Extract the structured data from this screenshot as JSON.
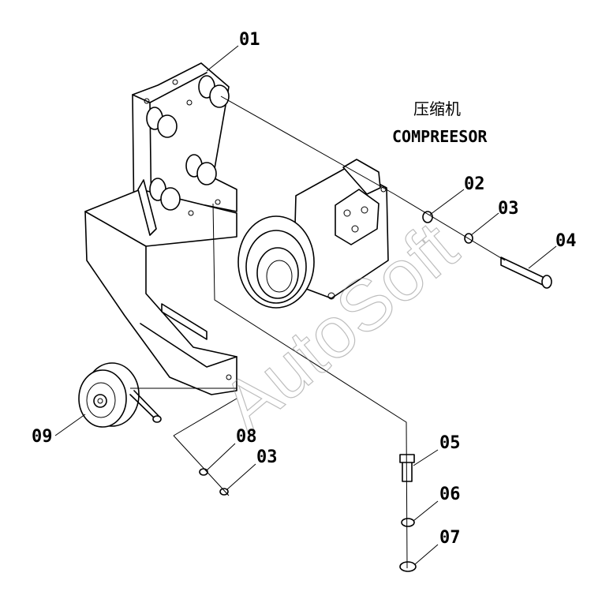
{
  "diagram": {
    "title_cn": "压缩机",
    "title_en": "COMPREESOR",
    "watermark": "AutoSoft",
    "labels": {
      "l01": "01",
      "l02": "02",
      "l03a": "03",
      "l04": "04",
      "l05": "05",
      "l06": "06",
      "l07": "07",
      "l08": "08",
      "l03b": "03",
      "l09": "09"
    }
  }
}
